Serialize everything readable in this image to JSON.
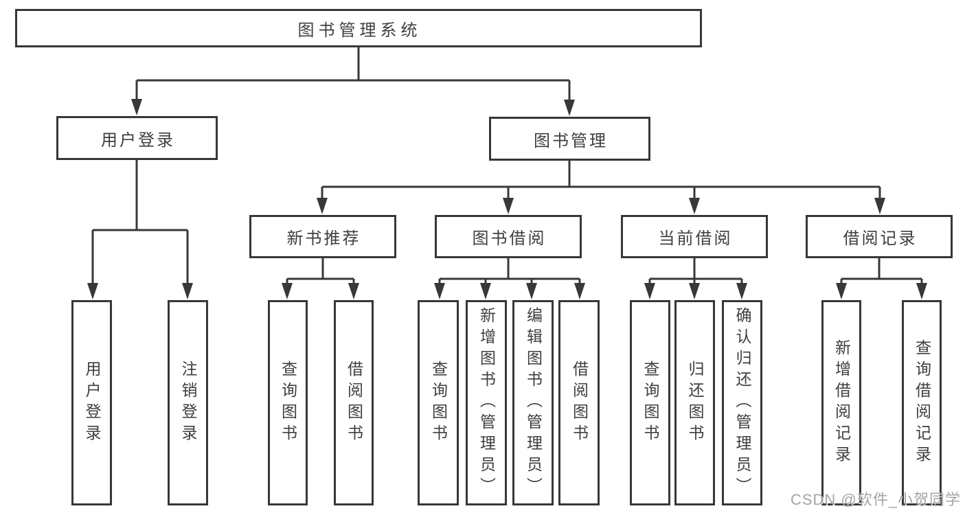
{
  "tree": {
    "label": "图书管理系统",
    "children": [
      {
        "label": "用户登录",
        "children": [
          {
            "label": "用户登录"
          },
          {
            "label": "注销登录"
          }
        ]
      },
      {
        "label": "图书管理",
        "children": [
          {
            "label": "新书推荐",
            "children": [
              {
                "label": "查询图书"
              },
              {
                "label": "借阅图书"
              }
            ]
          },
          {
            "label": "图书借阅",
            "children": [
              {
                "label": "查询图书"
              },
              {
                "label": "新增图书（管理员）"
              },
              {
                "label": "编辑图书（管理员）"
              },
              {
                "label": "借阅图书"
              }
            ]
          },
          {
            "label": "当前借阅",
            "children": [
              {
                "label": "查询图书"
              },
              {
                "label": "归还图书"
              },
              {
                "label": "确认归还（管理员）"
              }
            ]
          },
          {
            "label": "借阅记录",
            "children": [
              {
                "label": "新增借阅记录"
              },
              {
                "label": "查询借阅记录"
              }
            ]
          }
        ]
      }
    ]
  },
  "watermark": "CSDN @软件_小贺同学",
  "colors": {
    "line": "#383838",
    "box_border": "#373737",
    "text": "#3e3e3e",
    "watermark": "#949494",
    "background": "#ffffff"
  }
}
